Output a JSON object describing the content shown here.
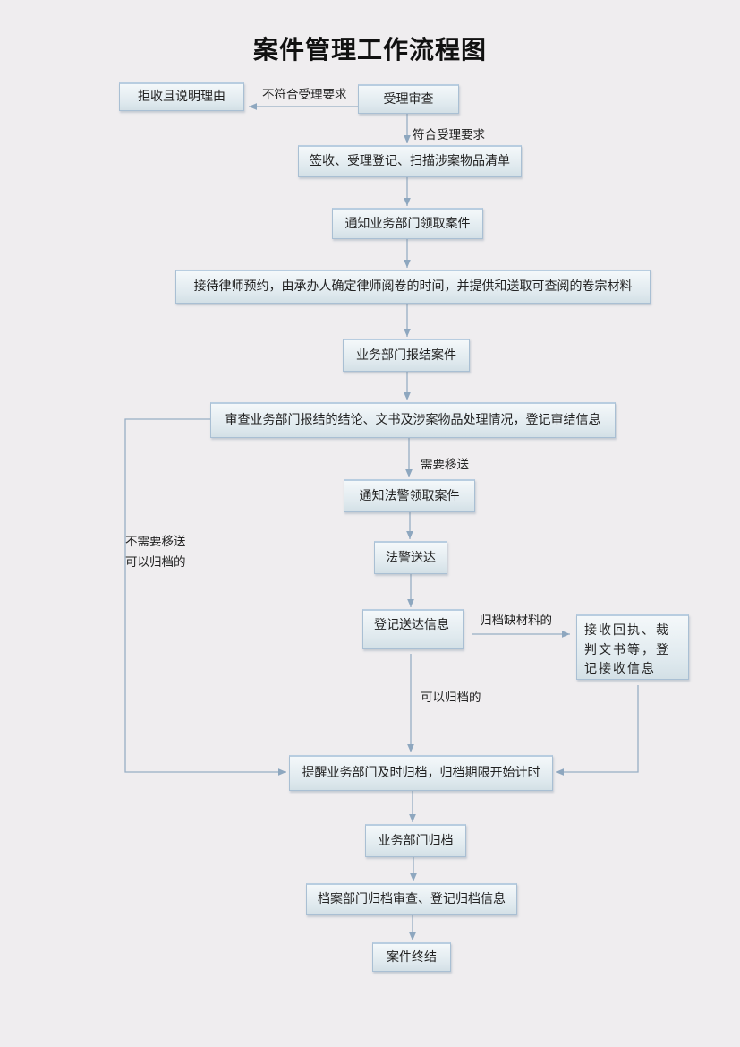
{
  "title": "案件管理工作流程图",
  "nodes": {
    "reject": "拒收且说明理由",
    "review": "受理审查",
    "sign": "签收、受理登记、扫描涉案物品清单",
    "notify_dept": "通知业务部门领取案件",
    "lawyer": "接待律师预约，由承办人确定律师阅卷的时间，并提供和送取可查阅的卷宗材料",
    "dept_report": "业务部门报结案件",
    "review_report": "审查业务部门报结的结论、文书及涉案物品处理情况，登记审结信息",
    "notify_police": "通知法警领取案件",
    "police_deliver": "法警送达",
    "register_delivery": "登记送达信息",
    "receipt": "接收回执、裁判文书等，登记接收信息",
    "remind": "提醒业务部门及时归档，归档期限开始计时",
    "dept_archive": "业务部门归档",
    "archive_review": "档案部门归档审查、登记归档信息",
    "close": "案件终结"
  },
  "edges": {
    "not_meet": "不符合受理要求",
    "meet": "符合受理要求",
    "need_transfer": "需要移送",
    "no_transfer_1": "不需要移送",
    "no_transfer_2": "可以归档的",
    "missing": "归档缺材料的",
    "can_archive": "可以归档的"
  }
}
